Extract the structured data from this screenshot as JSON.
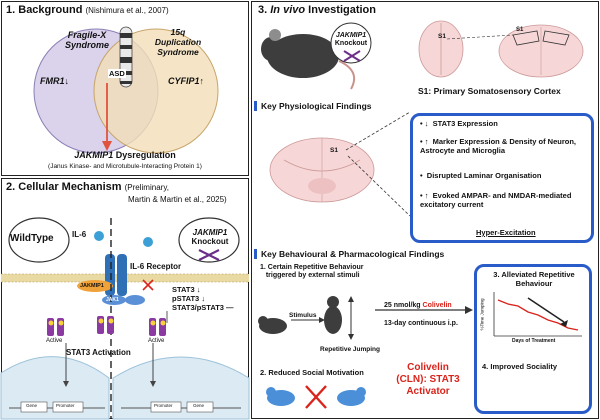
{
  "panel1": {
    "number": "1.",
    "title": "Background",
    "citation": "(Nishimura et al., 2007)",
    "circle_left_title_line1": "Fragile-X",
    "circle_left_title_line2": "Syndrome",
    "circle_left_gene": "FMR1",
    "circle_left_arrow": "↓",
    "circle_right_title_line1": "15q",
    "circle_right_title_line2": "Duplication",
    "circle_right_title_line3": "Syndrome",
    "circle_right_gene": "CYFIP1",
    "circle_right_arrow": "↑",
    "overlap_label": "ASD",
    "result_gene": "JAKMIP1",
    "result_text": "Dysregulation",
    "result_sub": "(Janus Kinase- and Microtubule-Interacting Protein 1)"
  },
  "panel2": {
    "number": "2.",
    "title": "Cellular Mechanism",
    "citation_line1": "(Preliminary,",
    "citation_line2": "Martin & Martin et al., 2025)",
    "wildtype": "WildType",
    "knockout_gene": "JAKMIP1",
    "knockout_word": "Knockout",
    "il6": "IL-6",
    "receptor": "IL-6 Receptor",
    "jakmip1_tag": "JAKMIP1",
    "jak1_tag": "JAK1",
    "stat3": "STAT3",
    "pstat3": "pSTAT3",
    "ratio": "STAT3/pSTAT3",
    "down": "↓",
    "activation": "STAT3 Activation",
    "active": "Active",
    "promoter": "Promoter",
    "gene": "Gene"
  },
  "panel3": {
    "number": "3.",
    "title": "In vivo",
    "title_rest": "Investigation",
    "mouse_gene": "JAKMIP1",
    "mouse_word": "Knockout",
    "s1_tag": "S1",
    "cortex_caption": "S1: Primary Somatosensory Cortex",
    "phys_header": "Key Physiological Findings",
    "findings": [
      {
        "arrow": "↓",
        "text": "STAT3 Expression"
      },
      {
        "arrow": "↑",
        "text": "Marker Expression & Density of Neuron, Astrocyte and Microglia"
      },
      {
        "arrow": "",
        "text": "Disrupted Laminar Organisation"
      },
      {
        "arrow": "↑",
        "text": "Evoked AMPAR- and NMDAR-mediated excitatory current"
      }
    ],
    "hyper": "Hyper-Excitation",
    "behav_header": "Key Behavioural & Pharmacological Findings",
    "b1_num": "1.",
    "b1_line1": "Certain Repetitive Behaviour",
    "b1_line2": "triggered by external stimuli",
    "stimulus": "Stimulus",
    "repetitive_jumping": "Repetitive Jumping",
    "dose_prefix": "25 nmol/kg",
    "dose_drug": "Colivelin",
    "schedule": "13-day continuous i.p.",
    "b2_num": "2.",
    "b2_text": "Reduced Social Motivation",
    "drug_line1": "Colivelin",
    "drug_line2": "(CLN): STAT3",
    "drug_line3": "Activator",
    "b3_num": "3.",
    "b3_line1": "Alleviated Repetitive",
    "b3_line2": "Behaviour",
    "graph_ylabel": "%Time Jumping",
    "graph_xlabel": "Days of Treatment",
    "b4_num": "4.",
    "b4_text": "Improved Sociality"
  },
  "colors": {
    "accent_blue": "#2a5cc9",
    "red": "#d9241c",
    "circle_left": "#cfc3e6",
    "circle_right": "#f3dfb8",
    "jakmip_orange": "#f0a23a",
    "jak1_blue": "#5b8fd6",
    "receptor_purple": "#7a3d8f",
    "mouse_blue": "#4a8fd8"
  }
}
